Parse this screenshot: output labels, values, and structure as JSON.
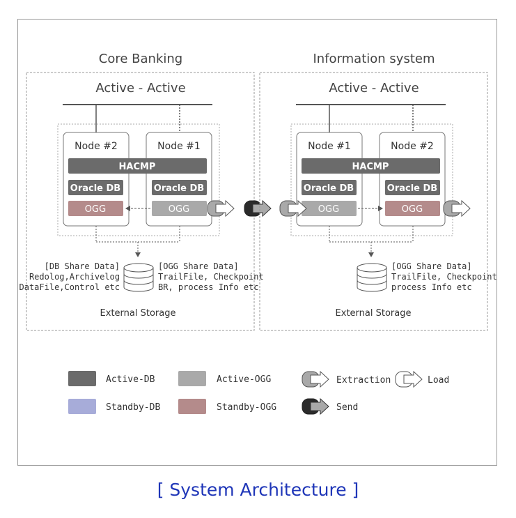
{
  "colors": {
    "active_db": "#6b6b6b",
    "active_ogg": "#a9a9a9",
    "standby_db": "#a7acd9",
    "standby_ogg": "#b48b8b",
    "send": "#2b2b2b",
    "border": "#8f8f8f"
  },
  "left": {
    "title": "Core Banking",
    "mode": "Active - Active",
    "node_a": "Node #2",
    "node_b": "Node #1",
    "hacmp": "HACMP",
    "db_a": "Oracle DB",
    "db_b": "Oracle DB",
    "ogg_a": "OGG",
    "ogg_b": "OGG",
    "db_share": [
      "[DB Share Data]",
      "Redolog,Archivelog",
      "DataFile,Control etc"
    ],
    "ogg_share": [
      "[OGG Share Data]",
      "TrailFile, Checkpoint",
      "BR, process Info etc"
    ],
    "storage": "External Storage"
  },
  "right": {
    "title": "Information system",
    "mode": "Active - Active",
    "node_a": "Node #1",
    "node_b": "Node #2",
    "hacmp": "HACMP",
    "db_a": "Oracle DB",
    "db_b": "Oracle DB",
    "ogg_a": "OGG",
    "ogg_b": "OGG",
    "ogg_share": [
      "[OGG Share Data]",
      "TrailFile, Checkpoint",
      "process Info etc"
    ],
    "storage": "External Storage"
  },
  "legend": {
    "active_db": "Active-DB",
    "active_ogg": "Active-OGG",
    "standby_db": "Standby-DB",
    "standby_ogg": "Standby-OGG",
    "extraction": "Extraction",
    "load": "Load",
    "send": "Send"
  },
  "caption": "[ System Architecture ]"
}
